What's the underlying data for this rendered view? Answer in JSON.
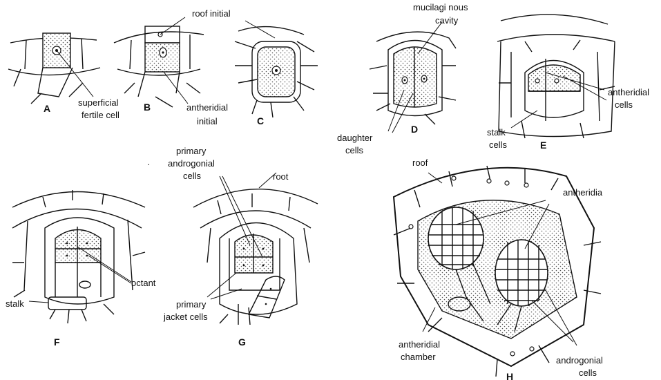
{
  "labels": {
    "superficial": "superficial",
    "fertile_cell": "fertile  cell",
    "roof_initial": "roof  initial",
    "antheridial": "antheridial",
    "initial": "initial",
    "mucilaginous": "mucilagi nous",
    "cavity": "cavity",
    "daughter": "daughter",
    "cells": "cells",
    "antheridial_cells_1": "antheridial",
    "antheridial_cells_2": "cells",
    "stalk_cells_1": "stalk",
    "stalk_cells_2": "cells",
    "primary": "primary",
    "androgonial": "androgonial",
    "primary_andro_cells": "cells",
    "root": "root",
    "octant": "octant",
    "stalk": "stalk",
    "primary_jacket_1": "primary",
    "primary_jacket_2": "jacket cells",
    "roof": "roof",
    "antheridia": "antheridia",
    "antheridial_chamber_1": "antheridial",
    "antheridial_chamber_2": "chamber",
    "androgonial_cells_1": "androgonial",
    "androgonial_cells_2": "cells"
  },
  "panels": {
    "A": "A",
    "B": "B",
    "C": "C",
    "D": "D",
    "E": "E",
    "F": "F",
    "G": "G",
    "H": "H"
  },
  "misc": {
    "dot": "·"
  }
}
